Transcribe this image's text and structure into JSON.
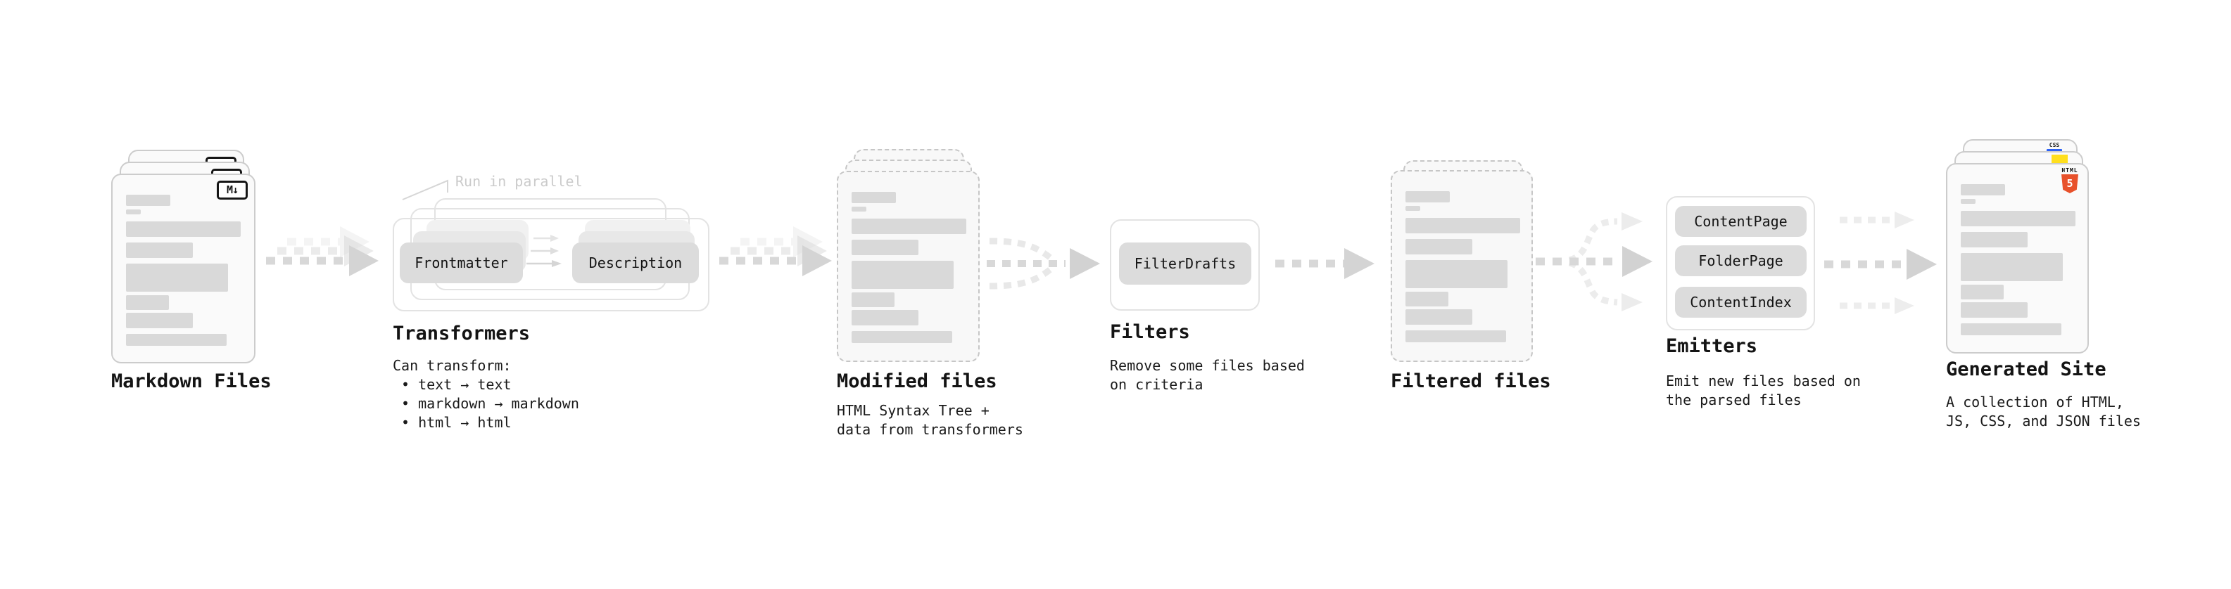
{
  "stages": {
    "markdown": {
      "label": "Markdown Files",
      "badge": "M↓"
    },
    "transformers": {
      "label": "Transformers",
      "note": "Run in parallel",
      "buttons": [
        "Frontmatter",
        "Description"
      ],
      "desc_title": "Can transform:",
      "bullets": [
        "• text → text",
        "• markdown → markdown",
        "• html → html"
      ]
    },
    "modified": {
      "label": "Modified files",
      "desc": [
        "HTML Syntax Tree +",
        "data from transformers"
      ]
    },
    "filters": {
      "label": "Filters",
      "buttons": [
        "FilterDrafts"
      ],
      "desc": [
        "Remove some files based",
        "on criteria"
      ]
    },
    "filtered": {
      "label": "Filtered files"
    },
    "emitters": {
      "label": "Emitters",
      "buttons": [
        "ContentPage",
        "FolderPage",
        "ContentIndex"
      ],
      "desc": [
        "Emit new files based on",
        "the parsed files"
      ]
    },
    "generated": {
      "label": "Generated Site",
      "badges": {
        "css": "CSS",
        "html": "HTML",
        "five": "5"
      },
      "desc": [
        "A collection of HTML,",
        "JS, CSS, and JSON files"
      ]
    }
  },
  "colors": {
    "accent_html5": "#e8512b",
    "accent_js": "#ffdf1e",
    "accent_css": "#2c62f6",
    "arrow_gray": "#d8d8d8"
  }
}
